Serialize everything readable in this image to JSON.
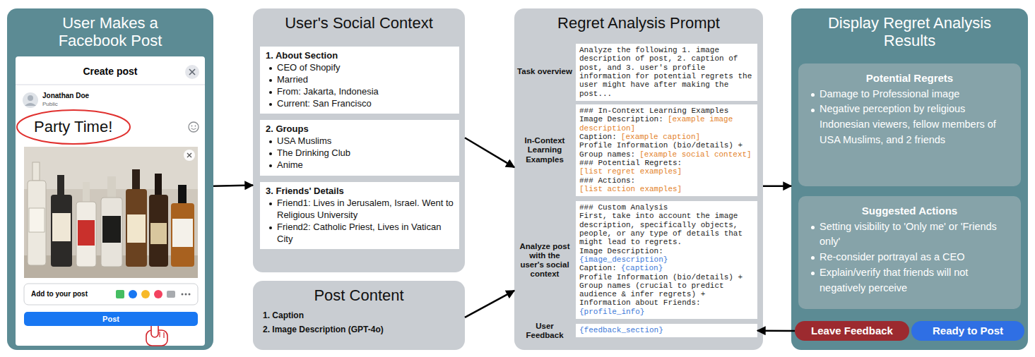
{
  "diagram": {
    "nodes": [
      {
        "text": [
          "User Makes a Facebook Post"
        ]
      },
      {
        "text": [
          "Create post",
          "Jonathan Doe",
          "Public",
          "Party Time!",
          "Add to your post"
        ],
        "in": 0
      },
      {
        "text": [
          "Post"
        ],
        "in": 1
      },
      {
        "text": [
          "User's Social Context"
        ]
      },
      {
        "text": [
          "1. About Section",
          "CEO of Shopify",
          "Married",
          "From: Jakarta, Indonesia",
          "Current: San Francisco"
        ],
        "in": 3
      },
      {
        "text": [
          "2. Groups",
          "USA Muslims",
          "The Drinking Club",
          "Anime"
        ],
        "in": 3
      },
      {
        "text": [
          "3. Friends' Details",
          "Friend1: Lives in Jerusalem, Israel. Went to Religious University",
          "Friend2: Catholic Priest, Lives in Vatican City"
        ],
        "in": 3
      },
      {
        "text": [
          "Post Content",
          "1. Caption",
          "2. Image Description (GPT-4o)"
        ]
      },
      {
        "text": [
          "Regret Analysis Prompt"
        ]
      },
      {
        "text": [
          "Task overview",
          "Analyze the following 1. image description of post, 2. caption of post, and 3. user's profile information for potential regrets the user might have after making the post..."
        ],
        "in": 8
      },
      {
        "text": [
          "In-Context Learning Examples",
          "### In-Context Learning Examples",
          "Image Description:",
          "[example image description]",
          "Caption:",
          "[example caption]",
          "Profile Information (bio/details) + Group names:",
          "[example social context]",
          "### Potential Regrets:",
          "[list regret examples]",
          "### Actions:",
          "[list action examples]"
        ],
        "in": 8
      },
      {
        "text": [
          "Analyze post with the user's social context",
          "### Custom Analysis",
          "First, take into account the image description, specifically objects, people, or any type of details that might lead to regrets.",
          "Image Description:",
          "{image_description}",
          "Caption:",
          "{caption}",
          "Profile Information (bio/details) + Group names (crucial to predict audience & infer regrets) + Information about Friends:",
          "{profile_info}"
        ],
        "in": 8
      },
      {
        "text": [
          "User Feedback",
          "{feedback_section}"
        ],
        "in": 8
      },
      {
        "text": [
          "Display Regret Analysis Results"
        ]
      },
      {
        "text": [
          "Potential Regrets",
          "Damage to Professional image",
          "Negative perception by religious Indonesian viewers, fellow members of USA Muslims, and 2 friends"
        ],
        "in": 13
      },
      {
        "text": [
          "Suggested Actions",
          "Setting visibility to 'Only me' or 'Friends only'",
          "Re-consider portrayal as a CEO",
          "Explain/verify that friends will not negatively perceive"
        ],
        "in": 13
      },
      {
        "text": [
          "Leave Feedback"
        ],
        "in": 13
      },
      {
        "text": [
          "Ready to Post"
        ],
        "in": 13
      }
    ],
    "edges": [
      {
        "from": 0,
        "to": 3,
        "arrow": "to"
      },
      {
        "from": 3,
        "to": 8,
        "arrow": "to"
      },
      {
        "from": 7,
        "to": 8,
        "arrow": "to"
      },
      {
        "from": 8,
        "to": 13,
        "arrow": "to"
      },
      {
        "from": 16,
        "to": 12,
        "arrow": "to"
      }
    ]
  }
}
